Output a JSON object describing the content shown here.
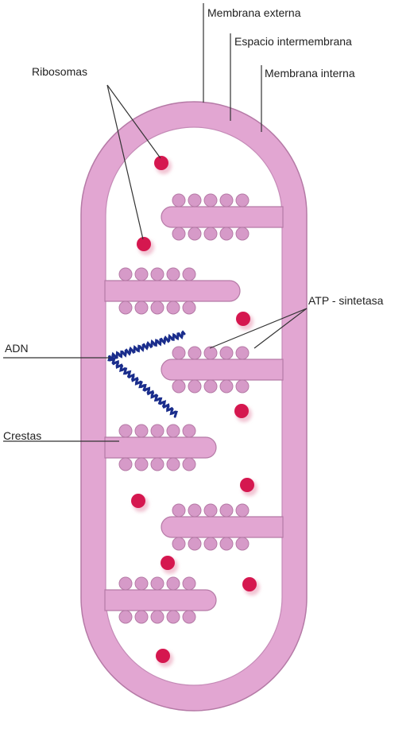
{
  "labels": {
    "outer_membrane": "Membrana externa",
    "intermembrane_space": "Espacio intermembrana",
    "inner_membrane": "Membrana interna",
    "ribosomes": "Ribosomas",
    "atp_synthase": "ATP - sintetasa",
    "dna": "ADN",
    "cristae": "Crestas"
  },
  "colors": {
    "membrane": "#e2a6d2",
    "membrane_stroke": "#b57aa6",
    "matrix": "#ffffff",
    "ribosome": "#d5174f",
    "atp_synthase": "#d69ac8",
    "dna": "#1a2d8c",
    "leader_line": "#333333"
  }
}
